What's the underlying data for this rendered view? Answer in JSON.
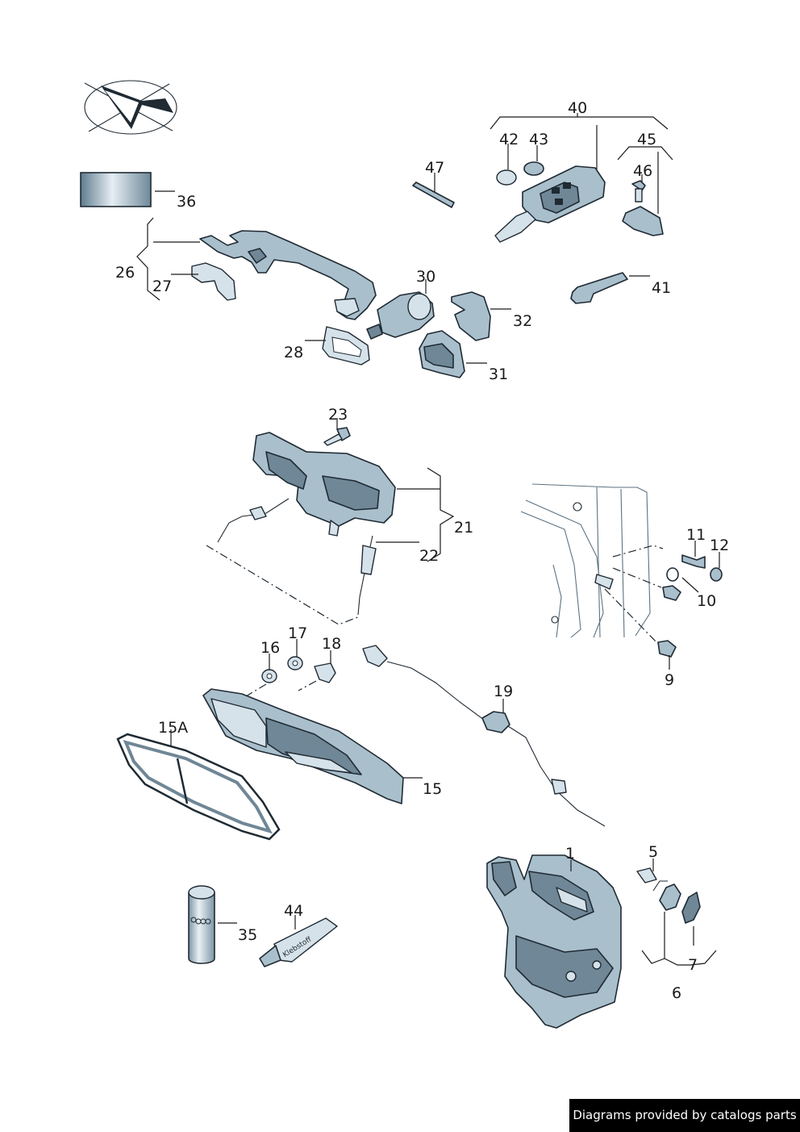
{
  "callouts": {
    "c1": "1",
    "c5": "5",
    "c6": "6",
    "c7": "7",
    "c9": "9",
    "c10": "10",
    "c11": "11",
    "c12": "12",
    "c15": "15",
    "c15a": "15A",
    "c16": "16",
    "c17": "17",
    "c18": "18",
    "c19": "19",
    "c21": "21",
    "c22": "22",
    "c23": "23",
    "c26": "26",
    "c27": "27",
    "c28": "28",
    "c30": "30",
    "c31": "31",
    "c32": "32",
    "c35": "35",
    "c36": "36",
    "c40": "40",
    "c41": "41",
    "c42": "42",
    "c43": "43",
    "c44": "44",
    "c45": "45",
    "c46": "46",
    "c47": "47"
  },
  "tube_label": "Klebstoff",
  "footer": {
    "text": "Diagrams provided by catalogs parts"
  },
  "colors": {
    "part_fill": "#a9bfcc",
    "outline": "#1f2a33",
    "footer_bg": "#000000"
  }
}
